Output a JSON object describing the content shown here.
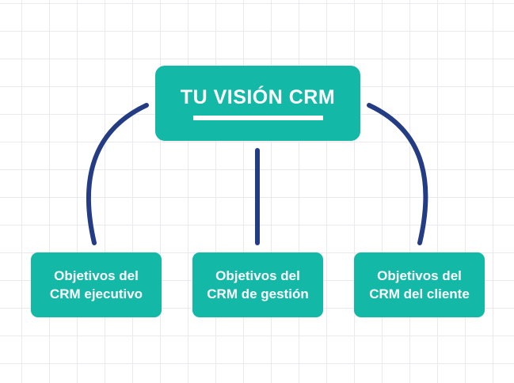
{
  "colors": {
    "box_fill": "#13b8a6",
    "connector": "#233c83",
    "grid": "#e9e9ee",
    "text": "#ffffff"
  },
  "main": {
    "title": "TU VISIÓN CRM"
  },
  "children": [
    {
      "label": "Objetivos del\nCRM ejecutivo"
    },
    {
      "label": "Objetivos del\nCRM de gestión"
    },
    {
      "label": "Objetivos del\nCRM del cliente"
    }
  ]
}
